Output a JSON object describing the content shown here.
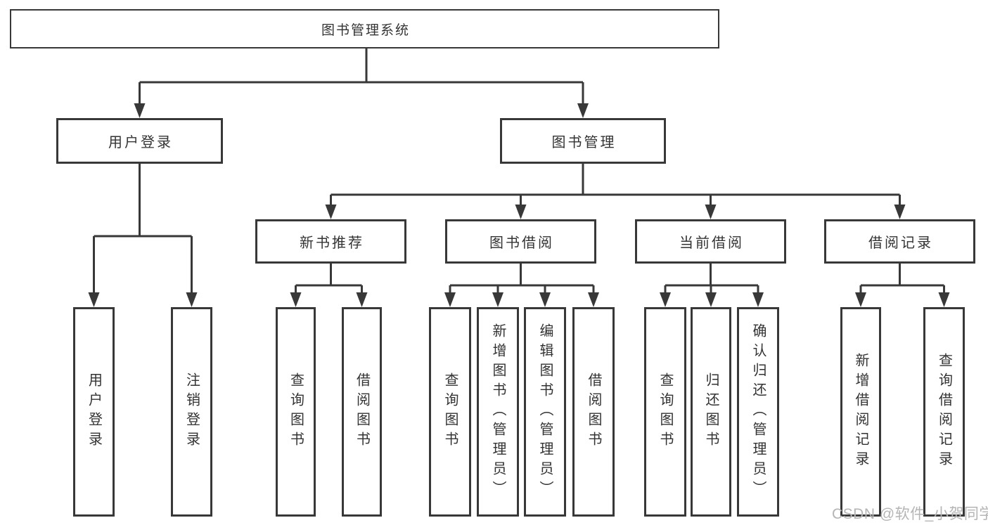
{
  "diagram": {
    "watermark": "CSDN @软件_小贺同学",
    "colors": {
      "line": "#383838",
      "box_border": "#383838",
      "text": "#333333",
      "background": "#ffffff",
      "watermark": "#b5b5b5"
    },
    "nodes": [
      {
        "id": "root",
        "label": "图书管理系统",
        "level": 1,
        "children": [
          "user-login",
          "book-mgmt"
        ]
      },
      {
        "id": "user-login",
        "label": "用户登录",
        "level": 2,
        "children": [
          "leaf-user-login",
          "leaf-logout"
        ]
      },
      {
        "id": "book-mgmt",
        "label": "图书管理",
        "level": 2,
        "children": [
          "new-book-rec",
          "book-borrow",
          "current-borrow",
          "borrow-records"
        ]
      },
      {
        "id": "new-book-rec",
        "label": "新书推荐",
        "level": 3,
        "children": [
          "nbr-query",
          "nbr-borrow"
        ]
      },
      {
        "id": "book-borrow",
        "label": "图书借阅",
        "level": 3,
        "children": [
          "bb-query",
          "bb-add",
          "bb-edit",
          "bb-borrow"
        ]
      },
      {
        "id": "current-borrow",
        "label": "当前借阅",
        "level": 3,
        "children": [
          "cb-query",
          "cb-return",
          "cb-confirm"
        ]
      },
      {
        "id": "borrow-records",
        "label": "借阅记录",
        "level": 3,
        "children": [
          "br-add",
          "br-query"
        ]
      },
      {
        "id": "leaf-user-login",
        "label": "用户登录",
        "level": 4,
        "vertical": true,
        "children": []
      },
      {
        "id": "leaf-logout",
        "label": "注销登录",
        "level": 4,
        "vertical": true,
        "children": []
      },
      {
        "id": "nbr-query",
        "label": "查询图书",
        "level": 4,
        "vertical": true,
        "children": []
      },
      {
        "id": "nbr-borrow",
        "label": "借阅图书",
        "level": 4,
        "vertical": true,
        "children": []
      },
      {
        "id": "bb-query",
        "label": "查询图书",
        "level": 4,
        "vertical": true,
        "children": []
      },
      {
        "id": "bb-add",
        "label": "新增图书（管理员）",
        "level": 4,
        "vertical": true,
        "children": []
      },
      {
        "id": "bb-edit",
        "label": "编辑图书（管理员）",
        "level": 4,
        "vertical": true,
        "children": []
      },
      {
        "id": "bb-borrow",
        "label": "借阅图书",
        "level": 4,
        "vertical": true,
        "children": []
      },
      {
        "id": "cb-query",
        "label": "查询图书",
        "level": 4,
        "vertical": true,
        "children": []
      },
      {
        "id": "cb-return",
        "label": "归还图书",
        "level": 4,
        "vertical": true,
        "children": []
      },
      {
        "id": "cb-confirm",
        "label": "确认归还（管理员）",
        "level": 4,
        "vertical": true,
        "children": []
      },
      {
        "id": "br-add",
        "label": "新增借阅记录",
        "level": 4,
        "vertical": true,
        "children": []
      },
      {
        "id": "br-query",
        "label": "查询借阅记录",
        "level": 4,
        "vertical": true,
        "children": []
      }
    ]
  }
}
